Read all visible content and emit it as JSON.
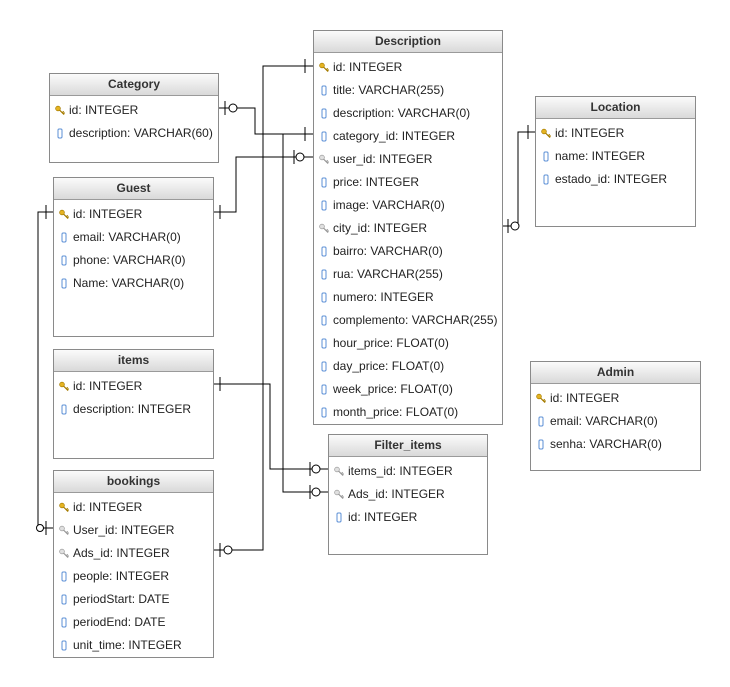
{
  "tables": {
    "description": {
      "title": "Description",
      "fields": [
        {
          "name": "id: INTEGER",
          "icon": "primary-key-icon"
        },
        {
          "name": "title: VARCHAR(255)",
          "icon": "column-icon"
        },
        {
          "name": "description: VARCHAR(0)",
          "icon": "column-icon"
        },
        {
          "name": "category_id: INTEGER",
          "icon": "column-icon"
        },
        {
          "name": "user_id: INTEGER",
          "icon": "foreign-key-icon"
        },
        {
          "name": "price: INTEGER",
          "icon": "column-icon"
        },
        {
          "name": "image: VARCHAR(0)",
          "icon": "column-icon"
        },
        {
          "name": "city_id: INTEGER",
          "icon": "foreign-key-icon"
        },
        {
          "name": "bairro: VARCHAR(0)",
          "icon": "column-icon"
        },
        {
          "name": "rua: VARCHAR(255)",
          "icon": "column-icon"
        },
        {
          "name": "numero: INTEGER",
          "icon": "column-icon"
        },
        {
          "name": "complemento: VARCHAR(255)",
          "icon": "column-icon"
        },
        {
          "name": "hour_price: FLOAT(0)",
          "icon": "column-icon"
        },
        {
          "name": "day_price: FLOAT(0)",
          "icon": "column-icon"
        },
        {
          "name": "week_price: FLOAT(0)",
          "icon": "column-icon"
        },
        {
          "name": "month_price: FLOAT(0)",
          "icon": "column-icon"
        }
      ]
    },
    "category": {
      "title": "Category",
      "fields": [
        {
          "name": "id: INTEGER",
          "icon": "primary-key-icon"
        },
        {
          "name": "description: VARCHAR(60)",
          "icon": "column-icon"
        }
      ]
    },
    "location": {
      "title": "Location",
      "fields": [
        {
          "name": "id: INTEGER",
          "icon": "primary-key-icon"
        },
        {
          "name": "name: INTEGER",
          "icon": "column-icon"
        },
        {
          "name": "estado_id: INTEGER",
          "icon": "column-icon"
        }
      ]
    },
    "guest": {
      "title": "Guest",
      "fields": [
        {
          "name": "id: INTEGER",
          "icon": "primary-key-icon"
        },
        {
          "name": "email: VARCHAR(0)",
          "icon": "column-icon"
        },
        {
          "name": "phone: VARCHAR(0)",
          "icon": "column-icon"
        },
        {
          "name": "Name: VARCHAR(0)",
          "icon": "column-icon"
        }
      ]
    },
    "items": {
      "title": "items",
      "fields": [
        {
          "name": "id: INTEGER",
          "icon": "primary-key-icon"
        },
        {
          "name": "description: INTEGER",
          "icon": "column-icon"
        }
      ]
    },
    "admin": {
      "title": "Admin",
      "fields": [
        {
          "name": "id: INTEGER",
          "icon": "primary-key-icon"
        },
        {
          "name": "email: VARCHAR(0)",
          "icon": "column-icon"
        },
        {
          "name": "senha: VARCHAR(0)",
          "icon": "column-icon"
        }
      ]
    },
    "filter_items": {
      "title": "Filter_items",
      "fields": [
        {
          "name": "items_id: INTEGER",
          "icon": "foreign-key-icon"
        },
        {
          "name": "Ads_id: INTEGER",
          "icon": "foreign-key-icon"
        },
        {
          "name": "id: INTEGER",
          "icon": "column-icon"
        }
      ]
    },
    "bookings": {
      "title": "bookings",
      "fields": [
        {
          "name": "id: INTEGER",
          "icon": "primary-key-icon"
        },
        {
          "name": "User_id: INTEGER",
          "icon": "foreign-key-icon"
        },
        {
          "name": "Ads_id: INTEGER",
          "icon": "foreign-key-icon"
        },
        {
          "name": "people: INTEGER",
          "icon": "column-icon"
        },
        {
          "name": "periodStart: DATE",
          "icon": "column-icon"
        },
        {
          "name": "periodEnd: DATE",
          "icon": "column-icon"
        },
        {
          "name": "unit_time: INTEGER",
          "icon": "column-icon"
        }
      ]
    }
  },
  "colors": {
    "primary_key": "#e6b422",
    "column": "#5b8fd6",
    "foreign_key": "#9a9a9a",
    "line": "#000000"
  }
}
